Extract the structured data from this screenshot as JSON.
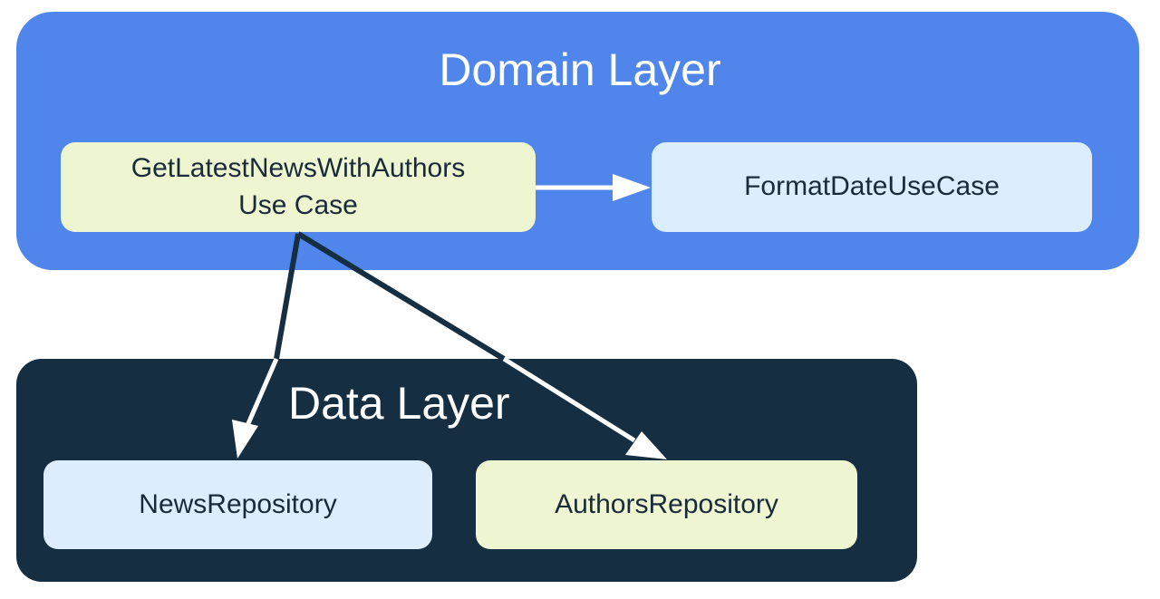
{
  "domain_layer": {
    "title": "Domain Layer",
    "get_latest": {
      "line1": "GetLatestNewsWithAuthors",
      "line2": "Use Case"
    },
    "format_date": "FormatDateUseCase"
  },
  "data_layer": {
    "title": "Data Layer",
    "news_repository": "NewsRepository",
    "authors_repository": "AuthorsRepository"
  },
  "colors": {
    "domain_layer": "#5086EC",
    "data_layer": "#162E42",
    "use_case_yellow": "#EEF5D1",
    "repository_blue": "#DCEEFD",
    "arrow_dark": "#162E42",
    "arrow_light": "#ffffff"
  }
}
